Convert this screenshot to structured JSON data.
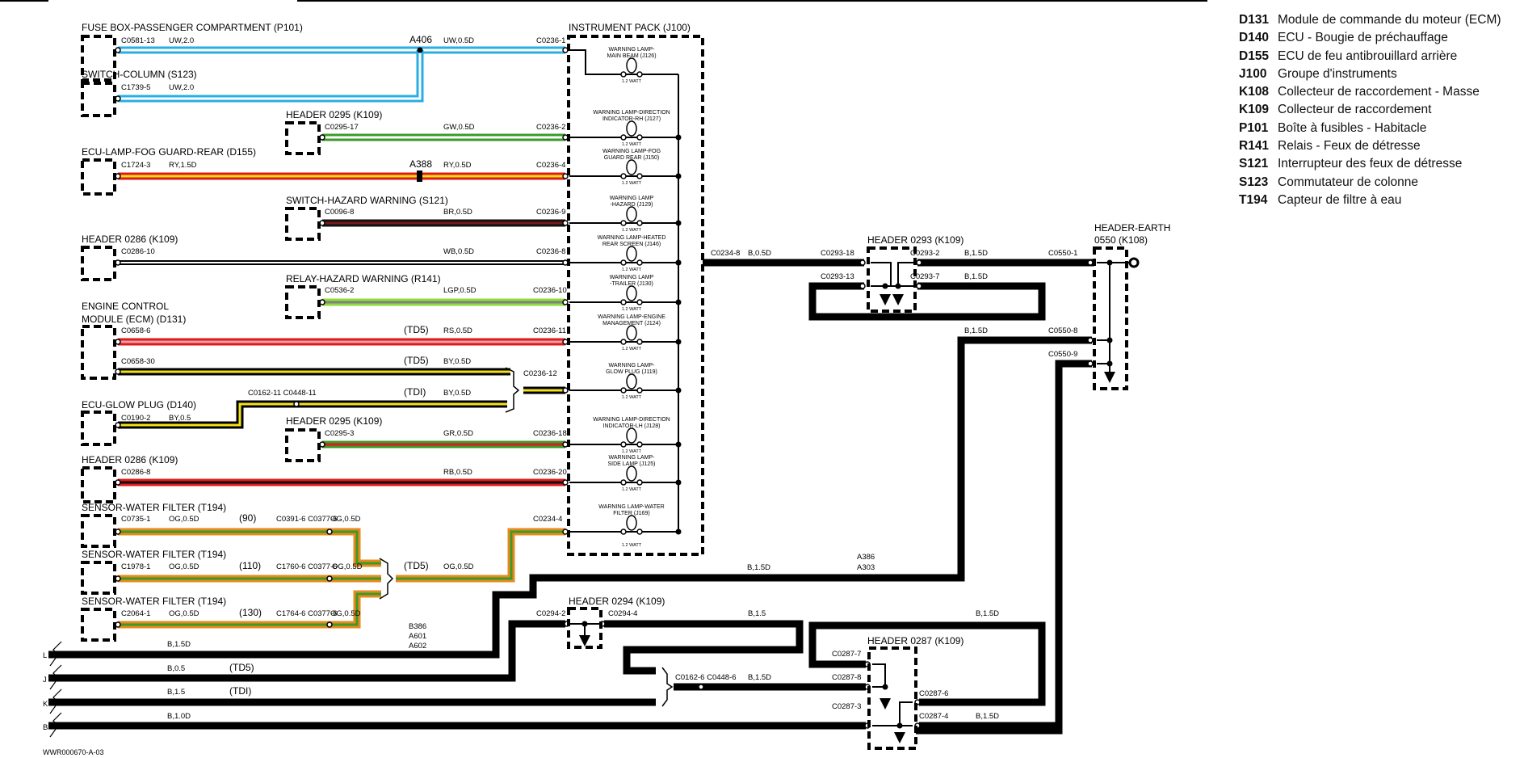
{
  "diagram": {
    "reference": "WWR000670-A-03",
    "components": {
      "fuse_box": "FUSE BOX-PASSENGER COMPARTMENT (P101)",
      "switch_column": "SWITCH-COLUMN (S123)",
      "header_0295_a": "HEADER 0295 (K109)",
      "ecu_fog": "ECU-LAMP-FOG GUARD-REAR (D155)",
      "switch_hazard": "SWITCH-HAZARD WARNING (S121)",
      "header_0286_a": "HEADER 0286 (K109)",
      "relay_hazard": "RELAY-HAZARD WARNING (R141)",
      "ecm_line1": "ENGINE CONTROL",
      "ecm_line2": "MODULE (ECM) (D131)",
      "ecu_glow": "ECU-GLOW PLUG (D140)",
      "header_0295_b": "HEADER 0295 (K109)",
      "header_0286_b": "HEADER 0286 (K109)",
      "sensor_1": "SENSOR-WATER FILTER (T194)",
      "sensor_2": "SENSOR-WATER FILTER (T194)",
      "sensor_3": "SENSOR-WATER FILTER (T194)",
      "instrument_pack": "INSTRUMENT PACK (J100)",
      "header_0293": "HEADER 0293 (K109)",
      "header_earth_1": "HEADER-EARTH",
      "header_earth_2": "0550 (K108)",
      "header_0294": "HEADER 0294 (K109)",
      "header_0287": "HEADER 0287 (K109)"
    },
    "lamps": [
      {
        "l1": "WARNING LAMP-",
        "l2": "MAIN BEAM (J126)",
        "watt": "1.2 WATT"
      },
      {
        "l1": "WARNING LAMP-DIRECTION",
        "l2": "INDICATOR-RH (J127)",
        "watt": "1.2 WATT"
      },
      {
        "l1": "WARNING LAMP-FOG",
        "l2": "GUARD REAR (J150)",
        "watt": "1.2 WATT"
      },
      {
        "l1": "WARNING LAMP",
        "l2": "-HAZARD (J129)",
        "watt": "1.2 WATT"
      },
      {
        "l1": "WARNING LAMP-HEATED",
        "l2": "REAR SCREEN (J146)",
        "watt": "1.2 WATT"
      },
      {
        "l1": "WARNING LAMP",
        "l2": "-TRAILER (J130)",
        "watt": "1.2 WATT"
      },
      {
        "l1": "WARNING LAMP-ENGINE",
        "l2": "MANAGEMENT (J124)",
        "watt": "1.2 WATT"
      },
      {
        "l1": "WARNING LAMP-",
        "l2": "GLOW PLUG (J119)",
        "watt": "1.2 WATT"
      },
      {
        "l1": "WARNING LAMP-DIRECTION",
        "l2": "INDICATOR-LH (J128)",
        "watt": "1.2 WATT"
      },
      {
        "l1": "WARNING LAMP-",
        "l2": "SIDE LAMP (J125)",
        "watt": "1.2 WATT"
      },
      {
        "l1": "WARNING LAMP-WATER",
        "l2": "FILTER (J169)",
        "watt": "1.2 WATT"
      }
    ],
    "wires": {
      "w1_conn": "C0581-13",
      "w1_spec": "UW,2.0",
      "w1_splice": "A406",
      "w1_spec2": "UW,0.5D",
      "w1_end": "C0236-1",
      "w2_conn": "C1739-5",
      "w2_spec": "UW,2.0",
      "w3_conn": "C0295-17",
      "w3_spec": "GW,0.5D",
      "w3_end": "C0236-2",
      "w4_conn": "C1724-3",
      "w4_spec": "RY,1.5D",
      "w4_splice": "A388",
      "w4_spec2": "RY,0.5D",
      "w4_end": "C0236-4",
      "w5_conn": "C0096-8",
      "w5_spec": "BR,0.5D",
      "w5_end": "C0236-9",
      "w6_conn": "C0286-10",
      "w6_spec": "WB,0.5D",
      "w6_end": "C0236-8",
      "w7_conn": "C0536-2",
      "w7_spec": "LGP,0.5D",
      "w7_end": "C0236-10",
      "w8_conn": "C0658-6",
      "w8_variant": "(TD5)",
      "w8_spec": "RS,0.5D",
      "w8_end": "C0236-11",
      "w9_conn": "C0658-30",
      "w9_variant": "(TD5)",
      "w9_spec": "BY,0.5D",
      "w10_conn": "C0190-2",
      "w10_spec": "BY,0.5",
      "w10_inline": "C0162-11 C0448-11",
      "w10_variant": "(TDI)",
      "w10_spec2": "BY,0.5D",
      "w910_end": "C0236-12",
      "w11_conn": "C0295-3",
      "w11_spec": "GR,0.5D",
      "w11_end": "C0236-18",
      "w12_conn": "C0286-8",
      "w12_spec": "RB,0.5D",
      "w12_end": "C0236-20",
      "s1_conn": "C0735-1",
      "s1_spec": "OG,0.5D",
      "s1_variant": "(90)",
      "s1_inline": "C0391-6 C0377-6",
      "s1_spec2": "OG,0.5D",
      "s2_conn": "C1978-1",
      "s2_spec": "OG,0.5D",
      "s2_variant": "(110)",
      "s2_inline": "C1760-6 C0377-6",
      "s2_spec2": "OG,0.5D",
      "s3_conn": "C2064-1",
      "s3_spec": "OG,0.5D",
      "s3_variant": "(130)",
      "s3_inline": "C1764-6 C0377-6",
      "s3_spec2": "OG,0.5D",
      "s_variant": "(TD5)",
      "s_spec": "OG,0.5D",
      "s_end": "C0234-4",
      "g_out_conn": "C0234-8",
      "g_out_spec": "B,0.5D",
      "h293_18": "C0293-18",
      "h293_13": "C0293-13",
      "h293_2": "C0293-2",
      "h293_7": "C0293-7",
      "h293_2_spec": "B,1.5D",
      "h293_7_spec": "B,1.5D",
      "e550_1": "C0550-1",
      "e550_8": "C0550-8",
      "e550_9": "C0550-9",
      "e550_8_spec": "B,1.5D",
      "splice_a386": "A386",
      "splice_a303": "A303",
      "mid_spec": "B,1.5D",
      "h294_2": "C0294-2",
      "h294_4": "C0294-4",
      "h294_spec": "B,1.5",
      "bus_splice1": "B386",
      "bus_splice2": "A601",
      "bus_splice3": "A602",
      "bus_l": "L",
      "bus_l_spec": "B,1.5D",
      "bus_j": "J",
      "bus_j_spec": "B,0.5",
      "bus_j_variant": "(TD5)",
      "bus_k": "K",
      "bus_k_spec": "B,1.5",
      "bus_k_variant": "(TDI)",
      "bus_b": "B",
      "bus_b_spec": "B,1.0D",
      "inline_6": "C0162-6 C0448-6",
      "inline_6_spec": "B,1.5D",
      "h287_7": "C0287-7",
      "h287_8": "C0287-8",
      "h287_3": "C0287-3",
      "h287_6": "C0287-6",
      "h287_4": "C0287-4",
      "h287_top_spec": "B,1.5D",
      "h287_4_spec": "B,1.5D"
    }
  },
  "legend": [
    {
      "code": "D131",
      "desc": "Module de commande du moteur (ECM)"
    },
    {
      "code": "D140",
      "desc": "ECU - Bougie de préchauffage"
    },
    {
      "code": "D155",
      "desc": "ECU de feu antibrouillard arrière"
    },
    {
      "code": "J100",
      "desc": "Groupe d'instruments"
    },
    {
      "code": "K108",
      "desc": "Collecteur de raccordement - Masse"
    },
    {
      "code": "K109",
      "desc": "Collecteur de raccordement"
    },
    {
      "code": "P101",
      "desc": "Boîte à fusibles - Habitacle"
    },
    {
      "code": "R141",
      "desc": "Relais - Feux de détresse"
    },
    {
      "code": "S121",
      "desc": "Interrupteur des feux de détresse"
    },
    {
      "code": "S123",
      "desc": "Commutateur de colonne"
    },
    {
      "code": "T194",
      "desc": "Capteur de filtre à eau"
    }
  ],
  "colors": {
    "blue": "#2aaee3",
    "green": "#3a9a2a",
    "red": "#e01a1a",
    "yellow": "#f2e21a",
    "orange": "#e88a1e",
    "lightgreen": "#8edc3a",
    "pink": "#e8a0a8",
    "grey": "#808080",
    "brown": "#7a1a1a",
    "black": "#000000"
  }
}
